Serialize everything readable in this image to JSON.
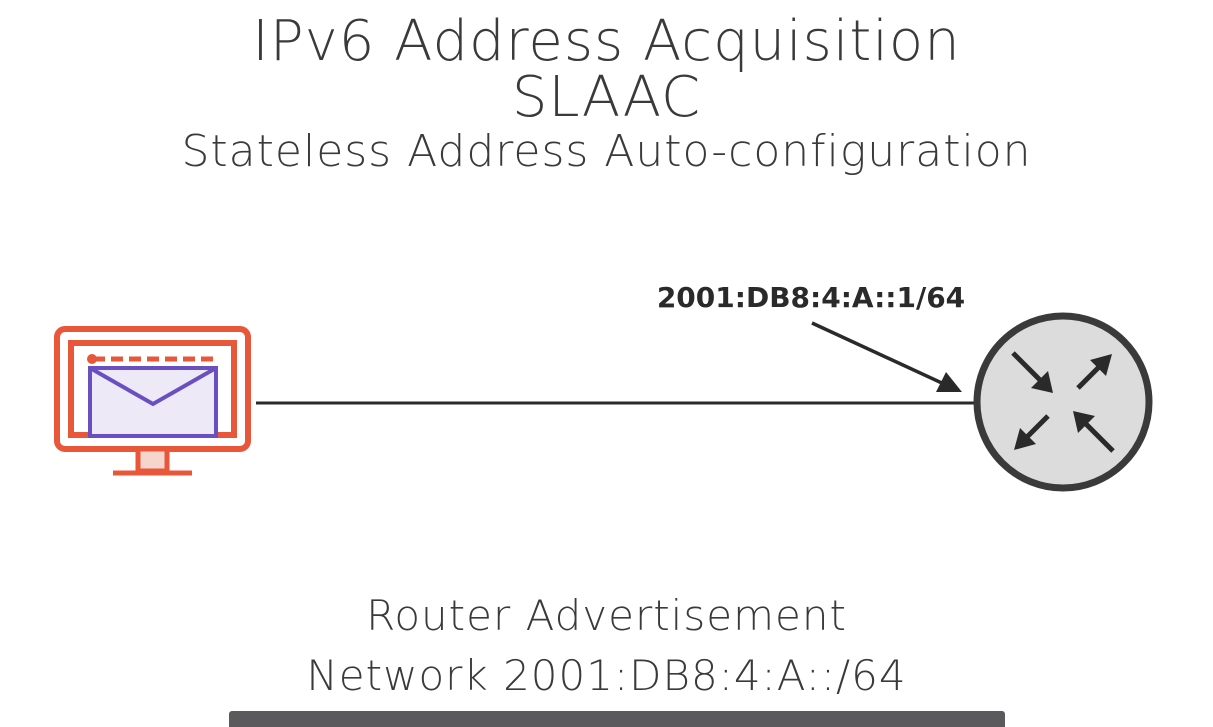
{
  "title": {
    "line1": "IPv6 Address Acquisition",
    "line2": "SLAAC",
    "line3": "Stateless Address Auto-configuration"
  },
  "diagram": {
    "router_address": "2001:DB8:4:A::1/64",
    "host_icon": "computer-icon",
    "router_icon": "router-icon",
    "colors": {
      "host_outline": "#e8573a",
      "host_screen": "#ede9f7",
      "envelope_stroke": "#6a4fc0",
      "router_fill": "#dcdcdc",
      "router_stroke": "#3a3a3a",
      "line": "#2a2a2a"
    }
  },
  "caption": {
    "line1": "Router Advertisement",
    "line2": "Network 2001:DB8:4:A::/64"
  }
}
